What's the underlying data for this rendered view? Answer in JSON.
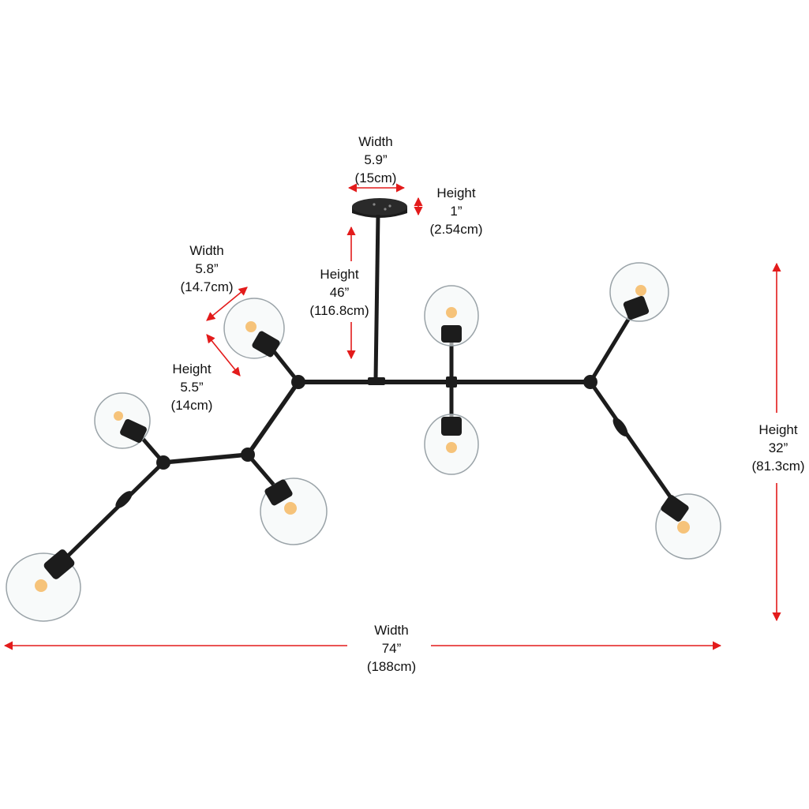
{
  "colors": {
    "arrow": "#e31b1b",
    "metal": "#1c1c1c",
    "glass_stroke": "#9aa3a8",
    "glass_fill": "#f3f6f7",
    "bulb": "#f6c37a",
    "background": "#ffffff"
  },
  "icons": [
    "chandelier-icon",
    "glass-globe-icon",
    "dimension-arrow-icon"
  ],
  "dimensions": {
    "canopy_width": {
      "label": "Width",
      "imperial": "5.9”",
      "metric": "(15cm)"
    },
    "canopy_height": {
      "label": "Height",
      "imperial": "1”",
      "metric": "(2.54cm)"
    },
    "rod_height": {
      "label": "Height",
      "imperial": "46”",
      "metric": "(116.8cm)"
    },
    "shade_width": {
      "label": "Width",
      "imperial": "5.8”",
      "metric": "(14.7cm)"
    },
    "shade_height": {
      "label": "Height",
      "imperial": "5.5”",
      "metric": "(14cm)"
    },
    "overall_height": {
      "label": "Height",
      "imperial": "32”",
      "metric": "(81.3cm)"
    },
    "overall_width": {
      "label": "Width",
      "imperial": "74”",
      "metric": "(188cm)"
    }
  }
}
